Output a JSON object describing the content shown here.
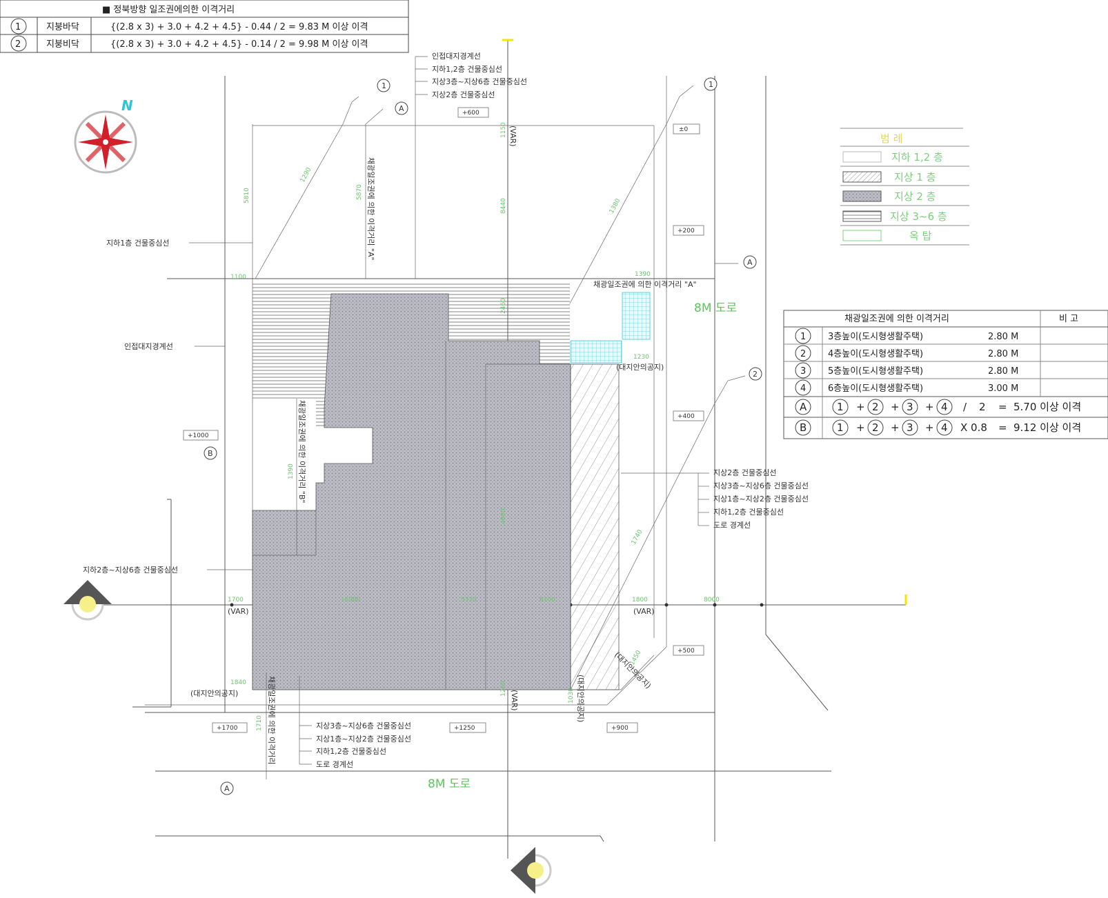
{
  "top_table": {
    "title": "■ 정북방향 일조권에의한 이격거리",
    "rows": [
      {
        "no": "1",
        "label": "지붕바닥",
        "formula": "{(2.8 x 3) + 3.0 + 4.2 + 4.5} - 0.44 / 2 = 9.83 M 이상 이격"
      },
      {
        "no": "2",
        "label": "지붕비닥",
        "formula": "{(2.8 x 3) + 3.0 + 4.2 + 4.5} - 0.14 / 2 = 9.98 M 이상 이격"
      }
    ]
  },
  "legend": {
    "title": "범 례",
    "items": [
      {
        "label": "지하 1,2 층"
      },
      {
        "label": "지상 1 층"
      },
      {
        "label": "지상 2 층"
      },
      {
        "label": "지상 3~6 층"
      },
      {
        "label": "옥 탑"
      }
    ]
  },
  "distance_table": {
    "header": "채광일조권에 의한 이격거리",
    "note_header": "비 고",
    "rows": [
      {
        "no": "1",
        "label": "3층높이(도시형생활주택)",
        "value": "2.80 M"
      },
      {
        "no": "2",
        "label": "4층높이(도시형생활주택)",
        "value": "2.80 M"
      },
      {
        "no": "3",
        "label": "5층높이(도시형생활주택)",
        "value": "2.80 M"
      },
      {
        "no": "4",
        "label": "6층높이(도시형생활주택)",
        "value": "3.00 M"
      }
    ],
    "formulas": [
      {
        "no": "A",
        "op": "/",
        "factor": "2",
        "result": "5.70 이상 이격"
      },
      {
        "no": "B",
        "op": "X 0.8",
        "factor": "",
        "result": "9.12 이상 이격"
      }
    ]
  },
  "labels": {
    "adjacent_boundary": "인접대지경계선",
    "b12_center_top": "지하1,2층 건물중심선",
    "f36_center_top": "지상3층~지상6층 건물중심선",
    "f2_center_top": "지상2층 건물중심선",
    "b1_center": "지하1층 건물중심선",
    "adjacent_boundary_left": "인접대지경계선",
    "b2_f6_center": "지하2층~지상6층 건물중심선",
    "daylight_a_label": "채광일조권에 의한 이격거리 \"A\"",
    "daylight_a_vertical": "채광일조권에 의한 이격거리 \"A\"",
    "daylight_b_vertical": "채광일조권에 의한 이격거리 \"B\"",
    "daylight_dist_vertical": "채광일조권에 의한 이격거리",
    "site_boundary_right": "(대지안의공지)",
    "site_boundary_left": "(대지안의공지)",
    "site_boundary_bottom": "(대지안의공지)",
    "site_boundary_diag": "(대지안의공지)",
    "right_f2": "지상2층 건물중심선",
    "right_f36": "지상3층~지상6층 건물중심선",
    "right_f12": "지상1층~지상2층 건물중심선",
    "right_b12": "지하1,2층 건물중심선",
    "right_road": "도로 경계선",
    "bot_f36": "지상3층~지상6층 건물중심선",
    "bot_f12": "지상1층~지상2층 건물중심선",
    "bot_b12": "지하1,2층 건물중심선",
    "bot_road": "도로 경계선",
    "road_right": "8M 도로",
    "road_bottom": "8M 도로",
    "north": "N",
    "var": "(VAR)"
  },
  "callouts": [
    {
      "text": "1"
    },
    {
      "text": "A"
    },
    {
      "text": "1"
    },
    {
      "text": "A"
    },
    {
      "text": "2"
    },
    {
      "text": "B"
    },
    {
      "text": "A"
    }
  ],
  "levels": [
    {
      "text": "+600"
    },
    {
      "text": "±0"
    },
    {
      "text": "+200"
    },
    {
      "text": "+400"
    },
    {
      "text": "+1000"
    },
    {
      "text": "+500"
    },
    {
      "text": "+1700"
    },
    {
      "text": "+1250"
    },
    {
      "text": "+900"
    }
  ],
  "colors": {
    "north_arrow": "#d1202a",
    "north_letter": "#2ec7d6",
    "dimension_green": "#6bc46b",
    "gridline_yellow": "#f2e600",
    "stair_cyan": "#3fc6d3"
  }
}
